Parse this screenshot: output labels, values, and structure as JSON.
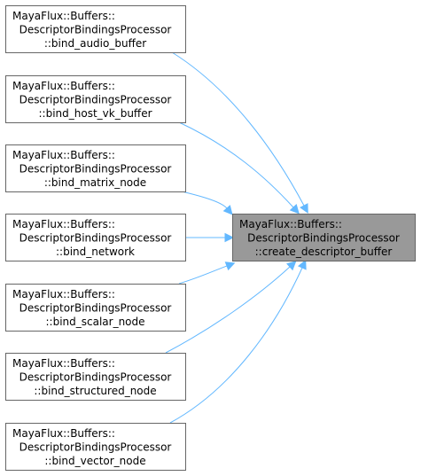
{
  "target": {
    "lines": [
      "MayaFlux::Buffers::",
      "DescriptorBindingsProcessor",
      "::create_descriptor_buffer"
    ]
  },
  "callers": [
    {
      "lines": [
        "MayaFlux::Buffers::",
        "DescriptorBindingsProcessor",
        "::bind_audio_buffer"
      ]
    },
    {
      "lines": [
        "MayaFlux::Buffers::",
        "DescriptorBindingsProcessor",
        "::bind_host_vk_buffer"
      ]
    },
    {
      "lines": [
        "MayaFlux::Buffers::",
        "DescriptorBindingsProcessor",
        "::bind_matrix_node"
      ]
    },
    {
      "lines": [
        "MayaFlux::Buffers::",
        "DescriptorBindingsProcessor",
        "::bind_network"
      ]
    },
    {
      "lines": [
        "MayaFlux::Buffers::",
        "DescriptorBindingsProcessor",
        "::bind_scalar_node"
      ]
    },
    {
      "lines": [
        "MayaFlux::Buffers::",
        "DescriptorBindingsProcessor",
        "::bind_structured_node"
      ]
    },
    {
      "lines": [
        "MayaFlux::Buffers::",
        "DescriptorBindingsProcessor",
        "::bind_vector_node"
      ]
    }
  ],
  "colors": {
    "edge": "#63b8ff",
    "focus_fill": "#999999",
    "node_border": "#666666"
  }
}
